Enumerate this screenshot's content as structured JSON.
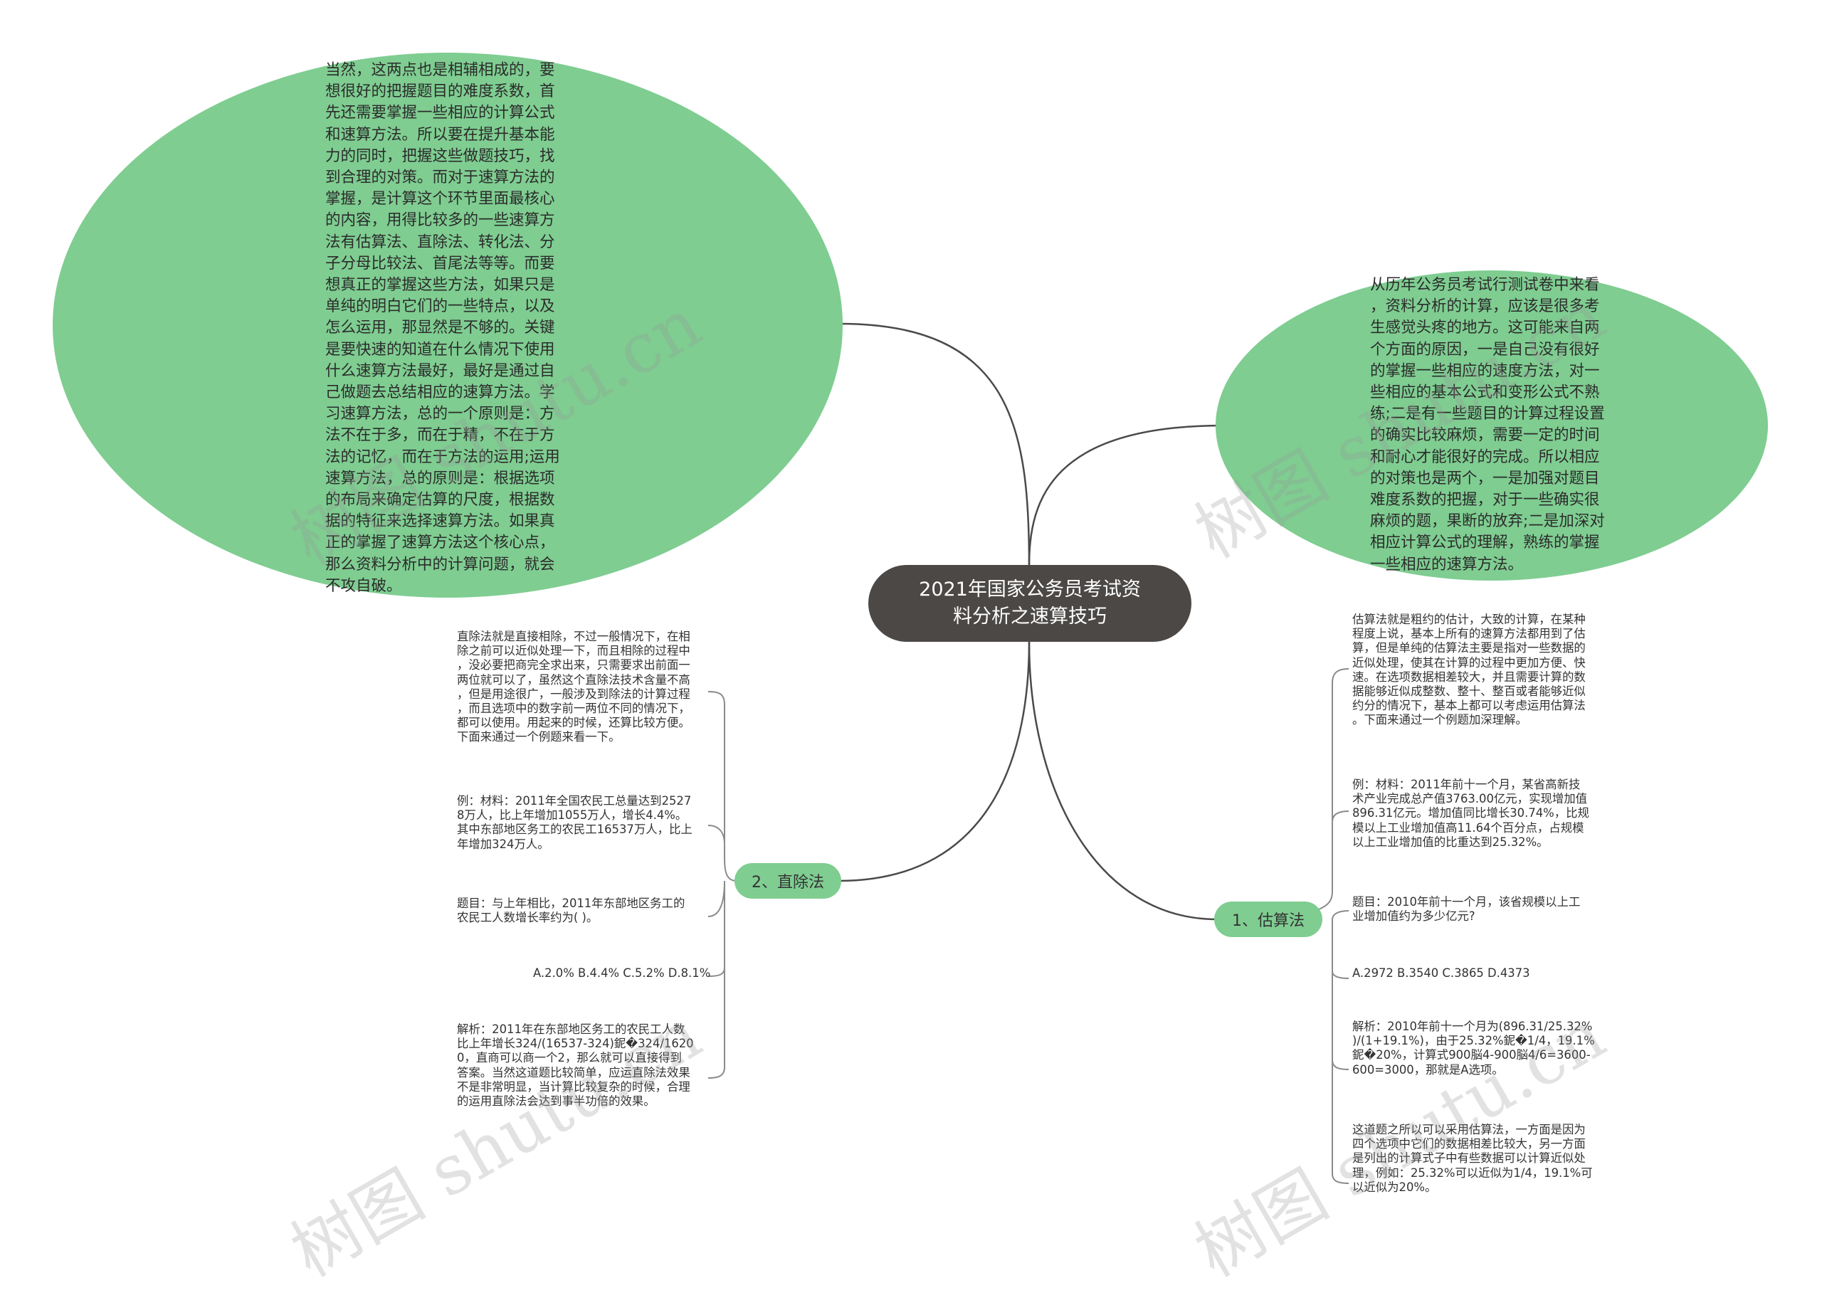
{
  "center": {
    "title": "2021年国家公务员考试资\n料分析之速算技巧"
  },
  "top_left_blob": {
    "text": "当然，这两点也是相辅相成的，要\n想很好的把握题目的难度系数，首\n先还需要掌握一些相应的计算公式\n和速算方法。所以要在提升基本能\n力的同时，把握这些做题技巧，找\n到合理的对策。而对于速算方法的\n掌握，是计算这个环节里面最核心\n的内容，用得比较多的一些速算方\n法有估算法、直除法、转化法、分\n子分母比较法、首尾法等等。而要\n想真正的掌握这些方法，如果只是\n单纯的明白它们的一些特点，以及\n怎么运用，那显然是不够的。关键\n是要快速的知道在什么情况下使用\n什么速算方法最好，最好是通过自\n己做题去总结相应的速算方法。学\n习速算方法，总的一个原则是：方\n法不在于多，而在于精，不在于方\n法的记忆，而在于方法的运用;运用\n速算方法，总的原则是：根据选项\n的布局来确定估算的尺度，根据数\n据的特征来选择速算方法。如果真\n正的掌握了速算方法这个核心点，\n那么资料分析中的计算问题，就会\n不攻自破。"
  },
  "top_right_blob": {
    "text": "从历年公务员考试行测试卷中来看\n，资料分析的计算，应该是很多考\n生感觉头疼的地方。这可能来自两\n个方面的原因，一是自己没有很好\n的掌握一些相应的速度方法，对一\n些相应的基本公式和变形公式不熟\n练;二是有一些题目的计算过程设置\n的确实比较麻烦，需要一定的时间\n和耐心才能很好的完成。所以相应\n的对策也是两个，一是加强对题目\n难度系数的把握，对于一些确实很\n麻烦的题，果断的放弃;二是加深对\n相应计算公式的理解，熟练的掌握\n一些相应的速算方法。"
  },
  "branch_left": {
    "label": "2、直除法",
    "leaves": [
      "直除法就是直接相除，不过一般情况下，在相\n除之前可以近似处理一下，而且相除的过程中\n，没必要把商完全求出来，只需要求出前面一\n两位就可以了，虽然这个直除法技术含量不高\n，但是用途很广，一般涉及到除法的计算过程\n，而且选项中的数字前一两位不同的情况下，\n都可以使用。用起来的时候，还算比较方便。\n下面来通过一个例题来看一下。",
      "例：材料：2011年全国农民工总量达到2527\n8万人，比上年增加1055万人，增长4.4%。\n其中东部地区务工的农民工16537万人，比上\n年增加324万人。",
      "题目：与上年相比，2011年东部地区务工的\n农民工人数增长率约为( )。",
      "A.2.0% B.4.4% C.5.2% D.8.1%",
      "解析：2011年在东部地区务工的农民工人数\n比上年增长324/(16537-324)鈮�324/1620\n0，直商可以商一个2，那么就可以直接得到\n答案。当然这道题比较简单，应运直除法效果\n不是非常明显，当计算比较复杂的时候，合理\n的运用直除法会达到事半功倍的效果。"
    ]
  },
  "branch_right": {
    "label": "1、估算法",
    "leaves": [
      "估算法就是粗约的估计，大致的计算，在某种\n程度上说，基本上所有的速算方法都用到了估\n算，但是单纯的估算法主要是指对一些数据的\n近似处理，使其在计算的过程中更加方便、快\n速。在选项数据相差较大，并且需要计算的数\n据能够近似成整数、整十、整百或者能够近似\n约分的情况下，基本上都可以考虑运用估算法\n。下面来通过一个例题加深理解。",
      "例：材料：2011年前十一个月，某省高新技\n术产业完成总产值3763.00亿元，实现增加值\n896.31亿元。增加值同比增长30.74%，比规\n模以上工业增加值高11.64个百分点，占规模\n以上工业增加值的比重达到25.32%。",
      "题目：2010年前十一个月，该省规模以上工\n业增加值约为多少亿元?",
      "A.2972 B.3540 C.3865 D.4373",
      "解析：2010年前十一个月为(896.31/25.32%\n)/(1+19.1%)，由于25.32%鈮�1/4，19.1%\n鈮�20%，计算式900脳4-900脳4/6=3600-\n600=3000，那就是A选项。",
      "这道题之所以可以采用估算法，一方面是因为\n四个选项中它们的数据相差比较大，另一方面\n是列出的计算式子中有些数据可以计算近似处\n理，例如：25.32%可以近似为1/4，19.1%可\n以近似为20%。"
    ]
  },
  "watermarks": [
    "树图 shutu.cn",
    "树图 shutu.cn",
    "树图 shutu.cn",
    "树图 shutu.cn"
  ],
  "colors": {
    "node_green": "#7fcd91",
    "center_dark": "#4b4846",
    "line": "#4a4a4a",
    "bracket": "#8a8a8a"
  }
}
